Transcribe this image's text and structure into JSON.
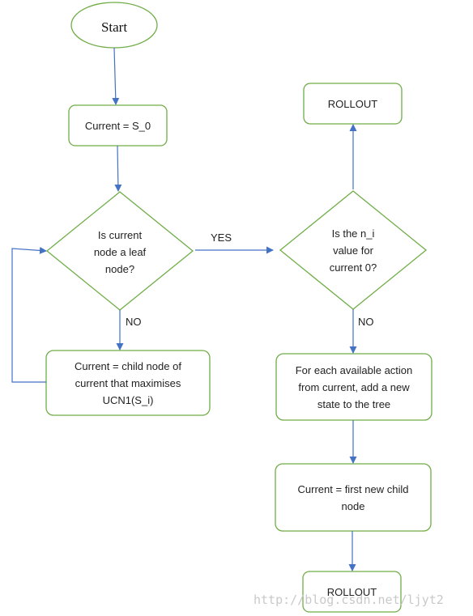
{
  "nodes": {
    "start": "Start",
    "current_s0": "Current = S_0",
    "leaf_check": [
      "Is current",
      "node a leaf",
      "node?"
    ],
    "child_select": [
      "Current = child node of",
      "current that maximises",
      "UCN1(S_i)"
    ],
    "rollout_top": "ROLLOUT",
    "ni_check": [
      "Is the n_i",
      "value for",
      "current 0?"
    ],
    "expand": [
      "For each available action",
      "from current, add a new",
      "state to the tree"
    ],
    "first_child": [
      "Current = first new child",
      "node"
    ],
    "rollout_bottom": "ROLLOUT"
  },
  "edges": {
    "yes": "YES",
    "no_left": "NO",
    "no_right": "NO"
  },
  "watermark": "http://blog.csdn.net/ljyt2",
  "colors": {
    "shape_stroke": "#70ad47",
    "arrow": "#4472c4"
  }
}
